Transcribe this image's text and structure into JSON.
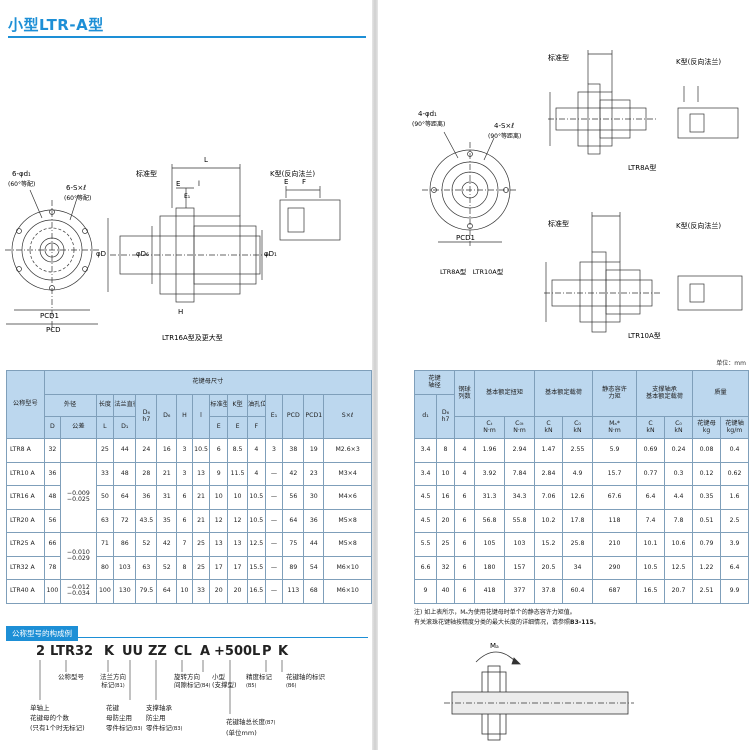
{
  "page": {
    "title": "小型LTR-A型",
    "unit_note": "单位：mm"
  },
  "drawings": {
    "left": {
      "hole_callout_a": "6-φd₁",
      "hole_callout_a_sub": "(60°等配)",
      "hole_callout_b": "6-S×ℓ",
      "hole_callout_b_sub": "(60°等配)",
      "pcd1": "PCD1",
      "pcd": "PCD",
      "standard": "标准型",
      "k_type": "K型(反向法兰)",
      "dim_L": "L",
      "dim_E": "E",
      "dim_l": "l",
      "dim_E1": "E₁",
      "dim_H": "H",
      "dim_F": "F",
      "dia_D": "φD",
      "dia_Ds": "φD₆",
      "dia_D1": "φD₁",
      "caption": "LTR16A型及更大型"
    },
    "right": {
      "hole_callout_a": "4-φd₁",
      "hole_callout_a_sub": "(90°等距离)",
      "hole_callout_b": "4-S×ℓ",
      "hole_callout_b_sub": "(90°等距离)",
      "pcd1": "PCD1",
      "caption_front": "LTR8A型　LTR10A型",
      "standard_top": "标准型",
      "k_top": "K型(反向法兰)",
      "caption_top": "LTR8A型",
      "standard_bottom": "标准型",
      "k_bottom": "K型(反向法兰)",
      "caption_bottom": "LTR10A型"
    }
  },
  "table_left": {
    "h_model": "公称型号",
    "h_group": "花键母尺寸",
    "h_outer": "外径",
    "h_length": "长度",
    "h_flange_dia": "法兰直径",
    "h_std": "标准型",
    "h_k": "K型",
    "h_oil": "油孔位置",
    "h_D": "D",
    "h_tol": "公差",
    "h_L": "L",
    "h_D1": "D₁",
    "h_Ds": "D₆",
    "h_Ds_fit": "h7",
    "h_Dsub": "D₆",
    "h_H": "H",
    "h_l": "l",
    "h_E": "E",
    "h_Ek": "E",
    "h_F": "F",
    "h_E1": "E₁",
    "h_PCD": "PCD",
    "h_PCD1": "PCD1",
    "h_S": "S×ℓ",
    "rows": [
      {
        "model": "LTR8 A",
        "D": "32",
        "tol": "",
        "L": "25",
        "D1": "44",
        "Ds": "24",
        "Dsub": "16",
        "H": "3",
        "l": "10.5",
        "E": "6",
        "Ek": "8.5",
        "F": "4",
        "E1": "3",
        "PCD": "38",
        "PCD1": "19",
        "S": "M2.6×3"
      },
      {
        "model": "LTR10 A",
        "D": "36",
        "tol": "−0.009\n−0.025",
        "L": "33",
        "D1": "48",
        "Ds": "28",
        "Dsub": "21",
        "H": "3",
        "l": "13",
        "E": "9",
        "Ek": "11.5",
        "F": "4",
        "E1": "—",
        "PCD": "42",
        "PCD1": "23",
        "S": "M3×4"
      },
      {
        "model": "LTR16 A",
        "D": "48",
        "tol": "",
        "L": "50",
        "D1": "64",
        "Ds": "36",
        "Dsub": "31",
        "H": "6",
        "l": "21",
        "E": "10",
        "Ek": "10",
        "F": "10.5",
        "E1": "—",
        "PCD": "56",
        "PCD1": "30",
        "S": "M4×6"
      },
      {
        "model": "LTR20 A",
        "D": "56",
        "tol": "",
        "L": "63",
        "D1": "72",
        "Ds": "43.5",
        "Dsub": "35",
        "H": "6",
        "l": "21",
        "E": "12",
        "Ek": "12",
        "F": "10.5",
        "E1": "—",
        "PCD": "64",
        "PCD1": "36",
        "S": "M5×8"
      },
      {
        "model": "LTR25 A",
        "D": "66",
        "tol": "−0.010\n−0.029",
        "L": "71",
        "D1": "86",
        "Ds": "52",
        "Dsub": "42",
        "H": "7",
        "l": "25",
        "E": "13",
        "Ek": "13",
        "F": "12.5",
        "E1": "—",
        "PCD": "75",
        "PCD1": "44",
        "S": "M5×8"
      },
      {
        "model": "LTR32 A",
        "D": "78",
        "tol": "",
        "L": "80",
        "D1": "103",
        "Ds": "63",
        "Dsub": "52",
        "H": "8",
        "l": "25",
        "E": "17",
        "Ek": "17",
        "F": "15.5",
        "E1": "—",
        "PCD": "89",
        "PCD1": "54",
        "S": "M6×10"
      },
      {
        "model": "LTR40 A",
        "D": "100",
        "tol": "−0.012\n−0.034",
        "L": "100",
        "D1": "130",
        "Ds": "79.5",
        "Dsub": "64",
        "H": "10",
        "l": "33",
        "E": "20",
        "Ek": "20",
        "F": "16.5",
        "E1": "—",
        "PCD": "113",
        "PCD1": "68",
        "S": "M6×10"
      }
    ]
  },
  "table_right": {
    "h_spline": "花键\n轴径",
    "h_balls": "钢球\n列数",
    "h_torque": "基本额定扭矩",
    "h_load": "基本额定载荷",
    "h_static": "静态容许\n力矩",
    "h_bearing": "支撑轴承\n基本额定载荷",
    "h_mass": "质量",
    "h_d": "d₁",
    "h_dh": "D₆",
    "h_dh_fit": "h7",
    "h_ct": "Cₜ",
    "h_ct_u": "N·m",
    "h_c0t": "C₀ₜ",
    "h_c0t_u": "N·m",
    "h_c": "C",
    "h_c_u": "kN",
    "h_c0": "C₀",
    "h_c0_u": "kN",
    "h_ma": "Mₐ*",
    "h_ma_u": "N·m",
    "h_bc": "C",
    "h_bc_u": "kN",
    "h_bc0": "C₀",
    "h_bc0_u": "kN",
    "h_nut": "花键母",
    "h_nut_u": "kg",
    "h_shaft": "花键轴",
    "h_shaft_u": "kg/m",
    "rows": [
      {
        "d": "3.4",
        "dh": "8",
        "balls": "4",
        "ct": "1.96",
        "c0t": "2.94",
        "c": "1.47",
        "c0": "2.55",
        "ma": "5.9",
        "bc": "0.69",
        "bc0": "0.24",
        "nut": "0.08",
        "shaft": "0.4"
      },
      {
        "d": "3.4",
        "dh": "10",
        "balls": "4",
        "ct": "3.92",
        "c0t": "7.84",
        "c": "2.84",
        "c0": "4.9",
        "ma": "15.7",
        "bc": "0.77",
        "bc0": "0.3",
        "nut": "0.12",
        "shaft": "0.62"
      },
      {
        "d": "4.5",
        "dh": "16",
        "balls": "6",
        "ct": "31.3",
        "c0t": "34.3",
        "c": "7.06",
        "c0": "12.6",
        "ma": "67.6",
        "bc": "6.4",
        "bc0": "4.4",
        "nut": "0.35",
        "shaft": "1.6"
      },
      {
        "d": "4.5",
        "dh": "20",
        "balls": "6",
        "ct": "56.8",
        "c0t": "55.8",
        "c": "10.2",
        "c0": "17.8",
        "ma": "118",
        "bc": "7.4",
        "bc0": "7.8",
        "nut": "0.51",
        "shaft": "2.5"
      },
      {
        "d": "5.5",
        "dh": "25",
        "balls": "6",
        "ct": "105",
        "c0t": "103",
        "c": "15.2",
        "c0": "25.8",
        "ma": "210",
        "bc": "10.1",
        "bc0": "10.6",
        "nut": "0.79",
        "shaft": "3.9"
      },
      {
        "d": "6.6",
        "dh": "32",
        "balls": "6",
        "ct": "180",
        "c0t": "157",
        "c": "20.5",
        "c0": "34",
        "ma": "290",
        "bc": "10.5",
        "bc0": "12.5",
        "nut": "1.22",
        "shaft": "6.4"
      },
      {
        "d": "9",
        "dh": "40",
        "balls": "6",
        "ct": "418",
        "c0t": "377",
        "c": "37.8",
        "c0": "60.4",
        "ma": "687",
        "bc": "16.5",
        "bc0": "20.7",
        "nut": "2.51",
        "shaft": "9.9"
      }
    ]
  },
  "notes": {
    "line1": "注) 如上表所示，Mₐ为使用花键母时单个的静态容许力矩值。",
    "line2": "有关滚珠花键轴按精度分类的最大长度的详细情况，请参照",
    "line2_ref": "B3-115",
    "line2_end": "。"
  },
  "composition": {
    "section_label": "公称型号的构成例",
    "code": [
      "2",
      "LTR32",
      "K",
      "UU",
      "ZZ",
      "CL",
      "A",
      "+500L",
      "P",
      "K"
    ],
    "labels": {
      "model_no": "公称型号",
      "flange_dir": "法兰方向",
      "flange_dir_sub": "标记",
      "flange_ref": "(B1)",
      "rot_dir": "旋转方向",
      "clearance": "间隙标记",
      "clearance_ref": "(B4)",
      "small": "小型",
      "small_sub": "(支撑型)",
      "precision": "精度标记",
      "precision_ref": "(B5)",
      "shaft_mark": "花键轴的标识",
      "shaft_ref": "(B6)",
      "nut_count_1": "单轴上",
      "nut_count_2": "花键母的个数",
      "nut_count_3": "(只有1个时无标记)",
      "nut_seal_1": "花键",
      "nut_seal_2": "母防尘用",
      "nut_seal_3": "零件标记",
      "nut_seal_ref": "(B3)",
      "bearing_seal_1": "支撑轴承",
      "bearing_seal_2": "防尘用",
      "bearing_seal_3": "零件标记",
      "bearing_seal_ref": "(B3)",
      "total_len": "花键轴总长度",
      "total_len_ref": "(B7)",
      "total_len_unit": "(单位mm)",
      "moment_label": "Mₐ"
    }
  },
  "colors": {
    "accent": "#1d8fd6",
    "header_fill": "#bcd7ee",
    "grid": "#7f9fba"
  }
}
